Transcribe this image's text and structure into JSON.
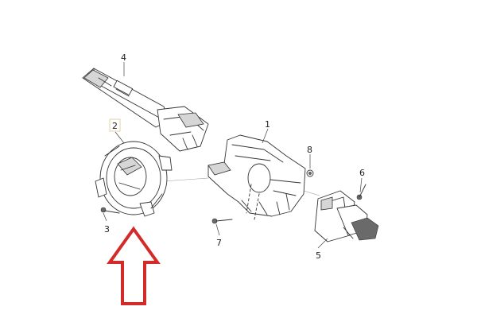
{
  "callouts": {
    "c1": "1",
    "c2": "2",
    "c3": "3",
    "c4": "4",
    "c5": "5",
    "c6": "6",
    "c7": "7",
    "c8": "8"
  },
  "colors": {
    "arrow": "#d42a2a",
    "callout_box": "#e0c58a",
    "line": "#333333"
  }
}
